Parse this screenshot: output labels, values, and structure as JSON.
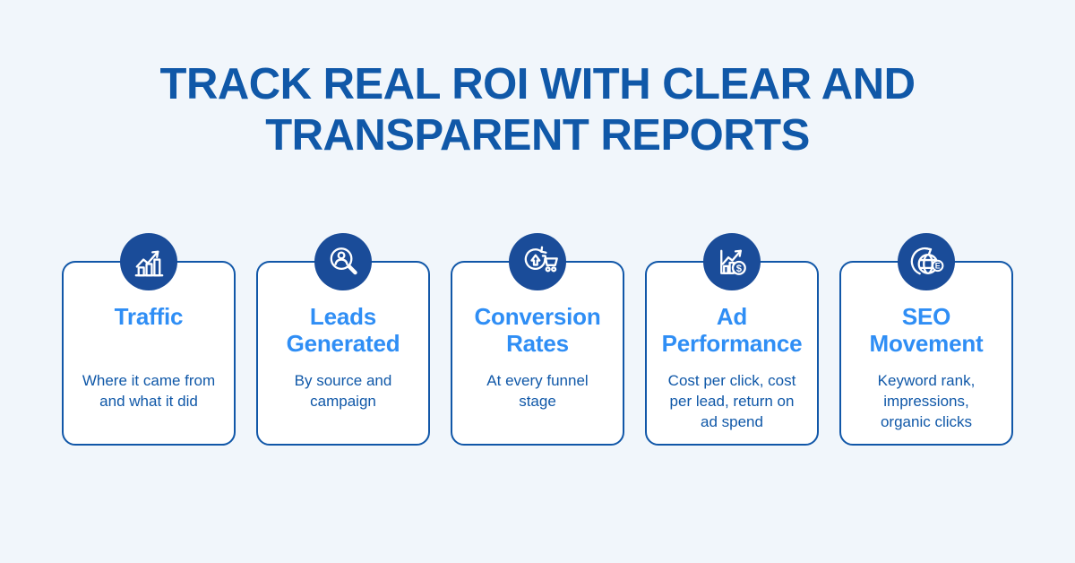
{
  "title": {
    "line1": "TRACK REAL ROI WITH CLEAR AND",
    "line2": "TRANSPARENT REPORTS"
  },
  "cards": [
    {
      "icon": "traffic-growth-chart-icon",
      "heading": "Traffic",
      "description": "Where it came from\nand what it did"
    },
    {
      "icon": "leads-search-person-icon",
      "heading": "Leads\nGenerated",
      "description": "By source and\ncampaign"
    },
    {
      "icon": "conversion-cart-refresh-icon",
      "heading": "Conversion\nRates",
      "description": "At every funnel\nstage"
    },
    {
      "icon": "ad-performance-chart-dollar-icon",
      "heading": "Ad\nPerformance",
      "description": "Cost per click, cost\nper lead, return on\nad spend"
    },
    {
      "icon": "seo-globe-arrow-icon",
      "heading": "SEO\nMovement",
      "description": "Keyword rank,\nimpressions,\norganic clicks"
    }
  ],
  "colors": {
    "background": "#f1f6fb",
    "title_text": "#1058a8",
    "card_border": "#1157a8",
    "heading_accent": "#2f8ef5",
    "body_text": "#1058a8",
    "icon_circle": "#1a4c99",
    "icon_stroke": "#ffffff",
    "card_bg": "#ffffff"
  }
}
